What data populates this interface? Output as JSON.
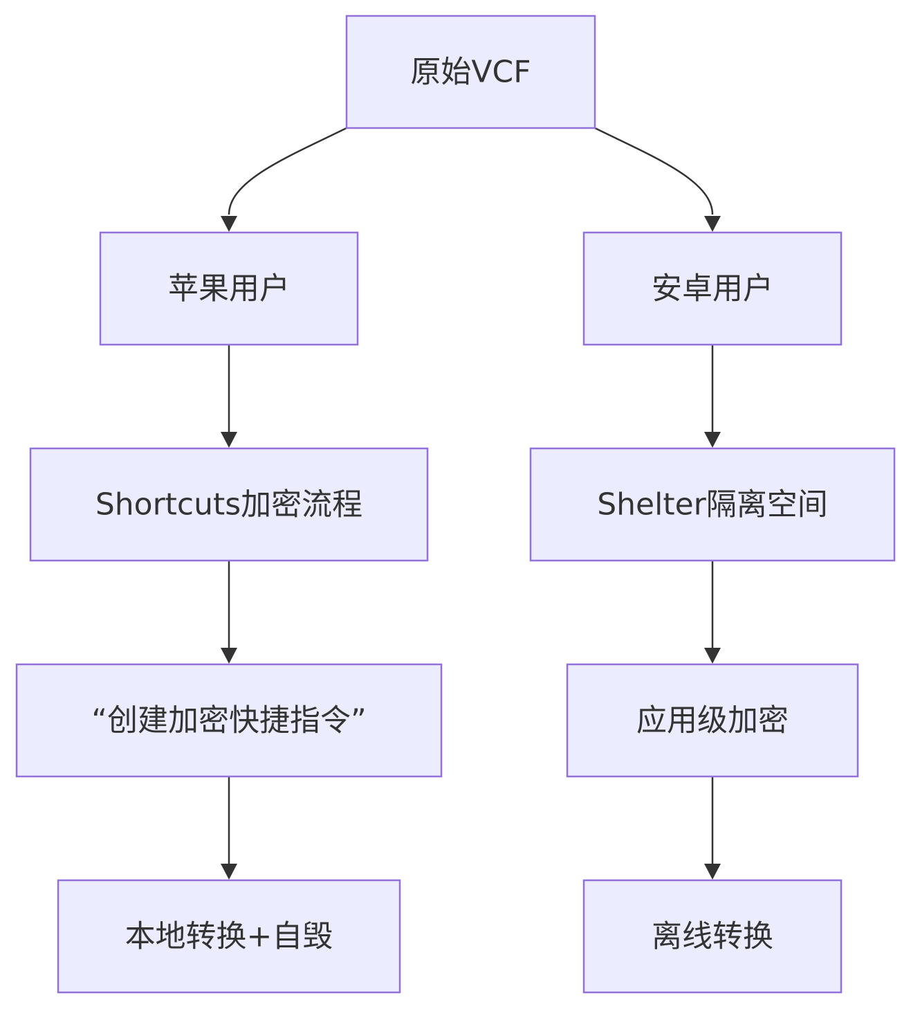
{
  "diagram": {
    "nodes": [
      {
        "id": "root",
        "label": "原始VCF"
      },
      {
        "id": "apple",
        "label": "苹果用户"
      },
      {
        "id": "android",
        "label": "安卓用户"
      },
      {
        "id": "shortcuts",
        "label": "Shortcuts加密流程"
      },
      {
        "id": "shelter",
        "label": "Shelter隔离空间"
      },
      {
        "id": "create",
        "label": "“创建加密快捷指令”"
      },
      {
        "id": "appenc",
        "label": "应用级加密"
      },
      {
        "id": "local",
        "label": "本地转换+自毁"
      },
      {
        "id": "offline",
        "label": "离线转换"
      }
    ],
    "edges": [
      {
        "from": "root",
        "to": "apple"
      },
      {
        "from": "root",
        "to": "android"
      },
      {
        "from": "apple",
        "to": "shortcuts"
      },
      {
        "from": "shortcuts",
        "to": "create"
      },
      {
        "from": "create",
        "to": "local"
      },
      {
        "from": "android",
        "to": "shelter"
      },
      {
        "from": "shelter",
        "to": "appenc"
      },
      {
        "from": "appenc",
        "to": "offline"
      }
    ],
    "colors": {
      "node_fill": "#ECECFF",
      "node_border": "#9370DB",
      "edge": "#333333",
      "text": "#333333"
    }
  }
}
